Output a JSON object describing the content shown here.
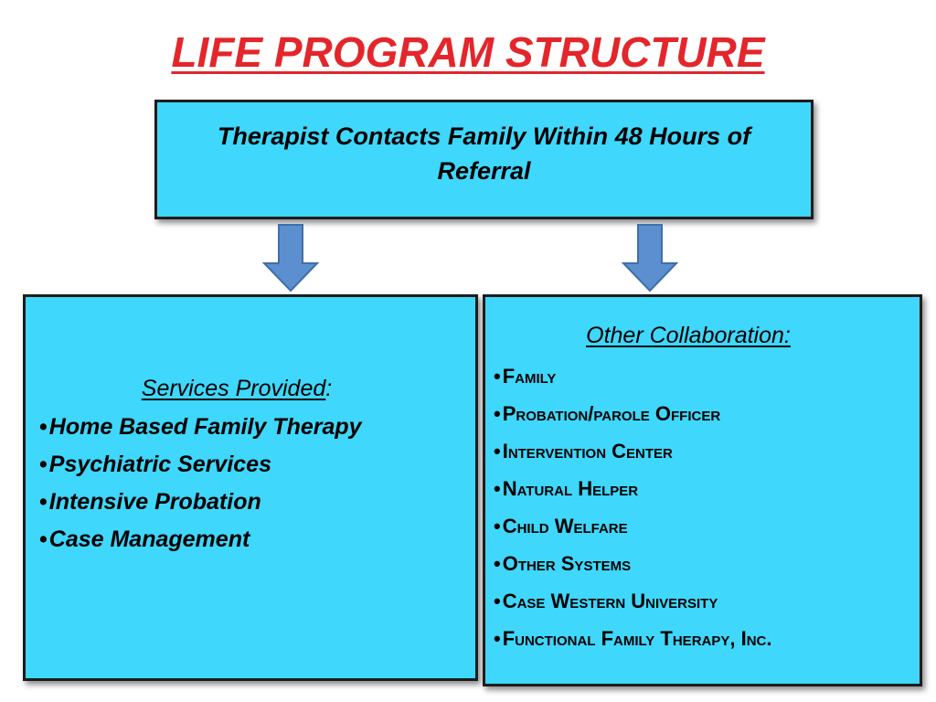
{
  "slide": {
    "title": "LIFE PROGRAM STRUCTURE",
    "top_box": {
      "text": "Therapist Contacts Family Within 48 Hours of Referral"
    },
    "left_box": {
      "heading": "Services Provided",
      "heading_suffix": ":",
      "bullet": "•",
      "items": [
        "Home Based Family Therapy",
        "Psychiatric Services",
        "Intensive Probation",
        "Case Management"
      ]
    },
    "right_box": {
      "heading": "Other Collaboration:",
      "bullet": "•",
      "items": [
        "Family",
        "Probation/parole Officer",
        "Intervention Center",
        "Natural Helper",
        "Child Welfare",
        "Other Systems",
        "Case Western University",
        "Functional Family Therapy, Inc."
      ]
    },
    "colors": {
      "title": "#e3262b",
      "box_fill": "#3fd7fb",
      "box_border": "#1c1c1c",
      "arrow_fill": "#5b8fd0",
      "arrow_stroke": "#3f6fa8"
    },
    "icons": {
      "arrows": [
        "down-arrow-icon",
        "down-arrow-icon"
      ]
    }
  }
}
